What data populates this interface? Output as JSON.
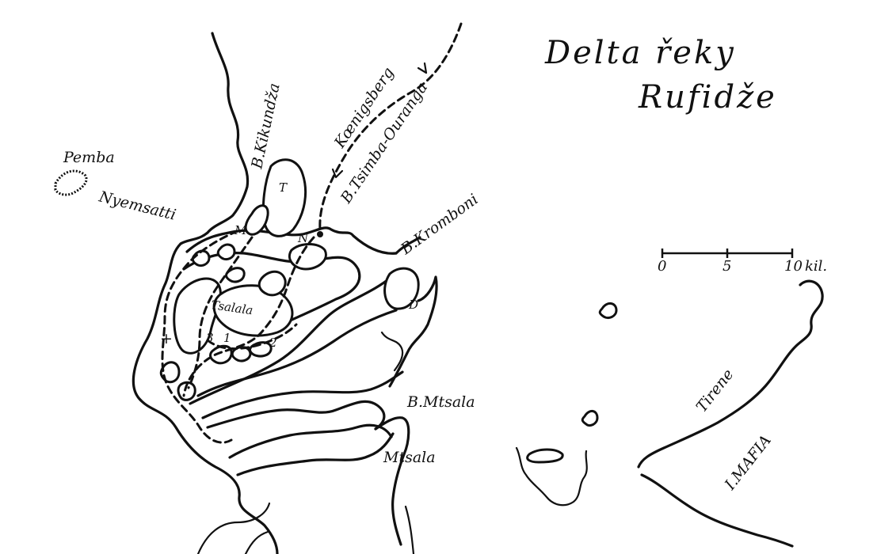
{
  "map": {
    "title_line1": "Delta řeky",
    "title_line2": "Rufidže",
    "labels": {
      "pemba": "Pemba",
      "nyemsatti": "Nyemsatti",
      "kikundza": "B.Kikundža",
      "koenigsberg": "Kœnigsberg",
      "tsimba": "B.Tsimba-Ouranga",
      "kromboni": "B.Kromboni",
      "tsalala": "Tsalala",
      "mtsala_b": "B.Mtsala",
      "mtsala": "Mtsala",
      "tirene": "Tirene",
      "mafia": "I.MAFIA",
      "marker_t": "T",
      "marker_m": "M",
      "marker_n": "N",
      "marker_d": "D",
      "marker_1": "1",
      "marker_2": "2",
      "marker_3": "3",
      "marker_cross": "+"
    },
    "scale": {
      "tick0": "0",
      "tick5": "5",
      "tick10": "10",
      "unit": "kil."
    }
  }
}
